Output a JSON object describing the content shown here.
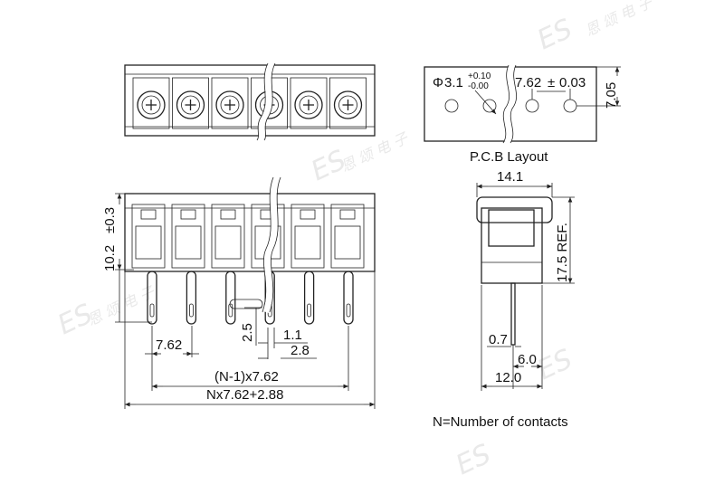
{
  "watermark": {
    "logo": "ES",
    "chars": "恩 颂 电 子"
  },
  "top_view": {
    "pcb": {
      "hole_symbol": "Φ",
      "hole_dia": "3.1",
      "tol_plus": "+0.10",
      "tol_minus": "-0.00",
      "pitch": "7.62",
      "pm": "±",
      "pitch_tol": "0.03",
      "row_height": "7.05",
      "caption": "P.C.B Layout"
    }
  },
  "front_view": {
    "height": "10.2",
    "height_tol": "±0.3",
    "pin_pitch": "7.62",
    "pin_below": "2.5",
    "pin_width": "1.1",
    "pin_offset": "2.8",
    "span_1": "(N-1)x7.62",
    "span_2": "Nx7.62+2.88"
  },
  "side_view": {
    "top_width": "14.1",
    "height": "17.5 REF.",
    "pin_dia": "0.7",
    "pin_pos": "6.0",
    "base_width": "12.0"
  },
  "legend": "N=Number of contacts"
}
